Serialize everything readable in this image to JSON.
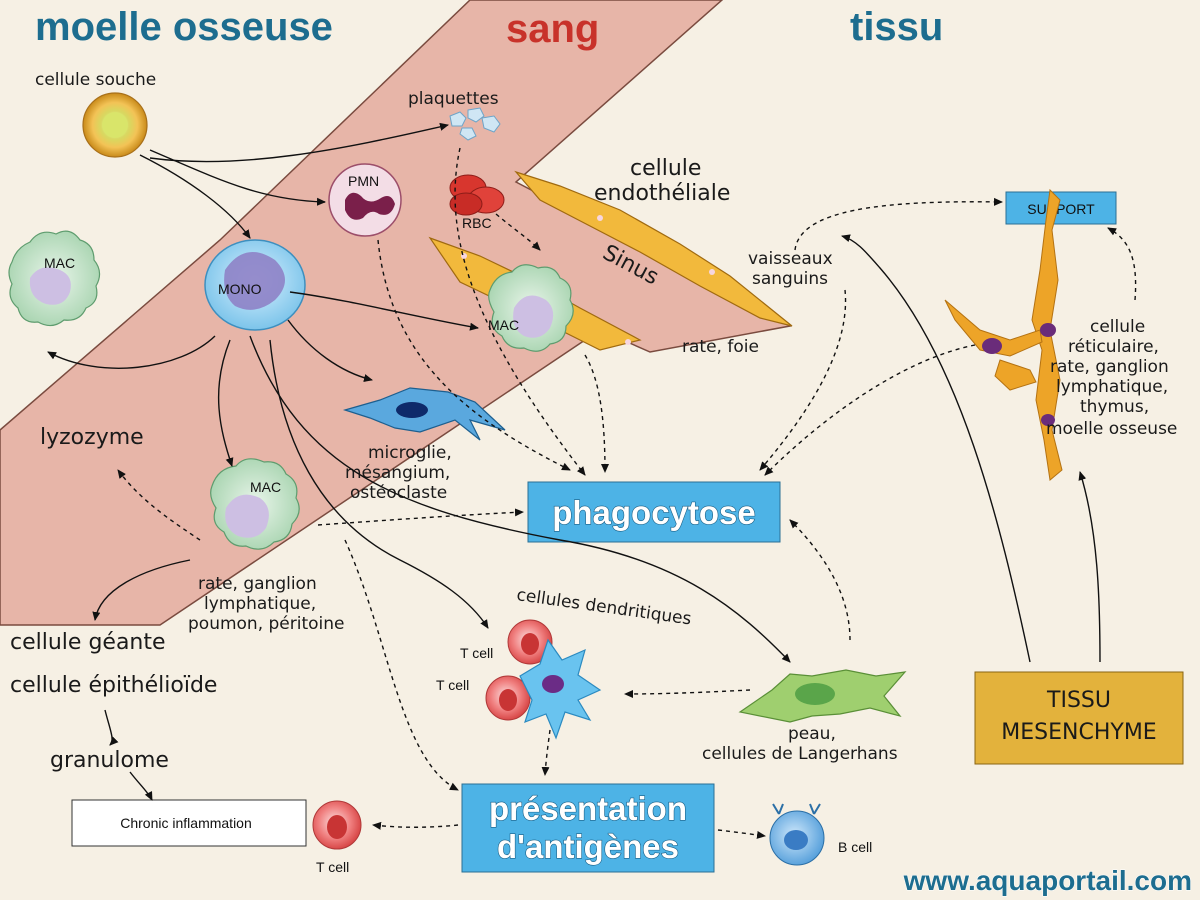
{
  "headers": {
    "left": "moelle osseuse",
    "center": "sang",
    "right": "tissu"
  },
  "labels": {
    "stem_cell": "cellule souche",
    "platelets": "plaquettes",
    "pmn": "PMN",
    "rbc": "RBC",
    "endothelial_1": "cellule",
    "endothelial_2": "endothéliale",
    "sinus": "Sinus",
    "mono": "MONO",
    "mac_left": "MAC",
    "mac_center": "MAC",
    "mac_lower": "MAC",
    "rate_foie": "rate, foie",
    "vessels_1": "vaisseaux",
    "vessels_2": "sanguins",
    "support": "SUPPORT",
    "reticular_1": "cellule",
    "reticular_2": "réticulaire,",
    "reticular_3": "rate, ganglion",
    "reticular_4": "lymphatique,",
    "reticular_5": "thymus,",
    "reticular_6": "moelle osseuse",
    "lyzozyme": "lyzozyme",
    "microglia_1": "microglie,",
    "microglia_2": "mésangium,",
    "microglia_3": "ostéoclaste",
    "phagocytose": "phagocytose",
    "mac_sites_1": "rate, ganglion",
    "mac_sites_2": "lymphatique,",
    "mac_sites_3": "poumon, péritoine",
    "giant_cell": "cellule géante",
    "epithelioid": "cellule épithélioïde",
    "granulome": "granulome",
    "chronic": "Chronic inflammation",
    "dendritic": "cellules dendritiques",
    "t_cell_1": "T cell",
    "t_cell_2": "T cell",
    "t_cell_3": "T cell",
    "langerhans_1": "peau,",
    "langerhans_2": "cellules de Langerhans",
    "antigen_1": "présentation",
    "antigen_2": "d'antigènes",
    "b_cell": "B cell",
    "mesenchyme_1": "TISSU",
    "mesenchyme_2": "MESENCHYME",
    "website": "www.aquaportail.com"
  },
  "colors": {
    "header_left": "#1d6d8f",
    "header_center": "#c8322a",
    "header_right": "#1d6d8f",
    "blood_band": "#e7b5a8",
    "box_blue": "#4db3e6",
    "box_gold": "#e3b23c"
  },
  "icons": [
    "stem-cell-icon",
    "platelets-icon",
    "pmn-cell-icon",
    "red-blood-cell-icon",
    "monocyte-icon",
    "macrophage-icon",
    "microglia-icon",
    "dendritic-cell-icon",
    "t-cell-icon",
    "b-cell-icon",
    "langerhans-cell-icon",
    "reticular-cell-icon"
  ]
}
